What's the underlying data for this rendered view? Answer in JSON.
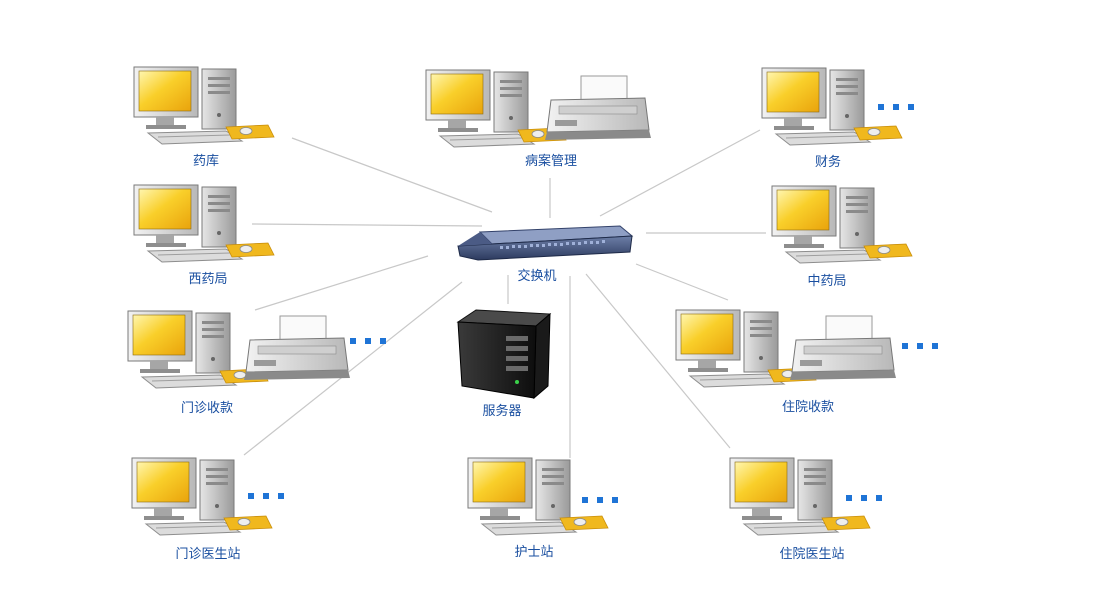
{
  "nodes": {
    "pharmacy": "药库",
    "medical_records": "病案管理",
    "finance": "财务",
    "western_pharmacy": "西药局",
    "switch": "交换机",
    "chinese_pharmacy": "中药局",
    "outpatient_billing": "门诊收款",
    "server": "服务器",
    "inpatient_billing": "住院收款",
    "outpatient_doctor": "门诊医生站",
    "nurse_station": "护士站",
    "inpatient_doctor": "住院医生站"
  },
  "colors": {
    "label": "#1a4fa0",
    "line": "#c8c8c8",
    "dots": "#1f74d6",
    "screen": "#f7c21a",
    "keyboard_pad": "#f0b81e"
  },
  "icons": {
    "workstation": "desktop-computer-icon",
    "printer": "printer-icon",
    "switch": "network-switch-icon",
    "server": "server-tower-icon"
  }
}
